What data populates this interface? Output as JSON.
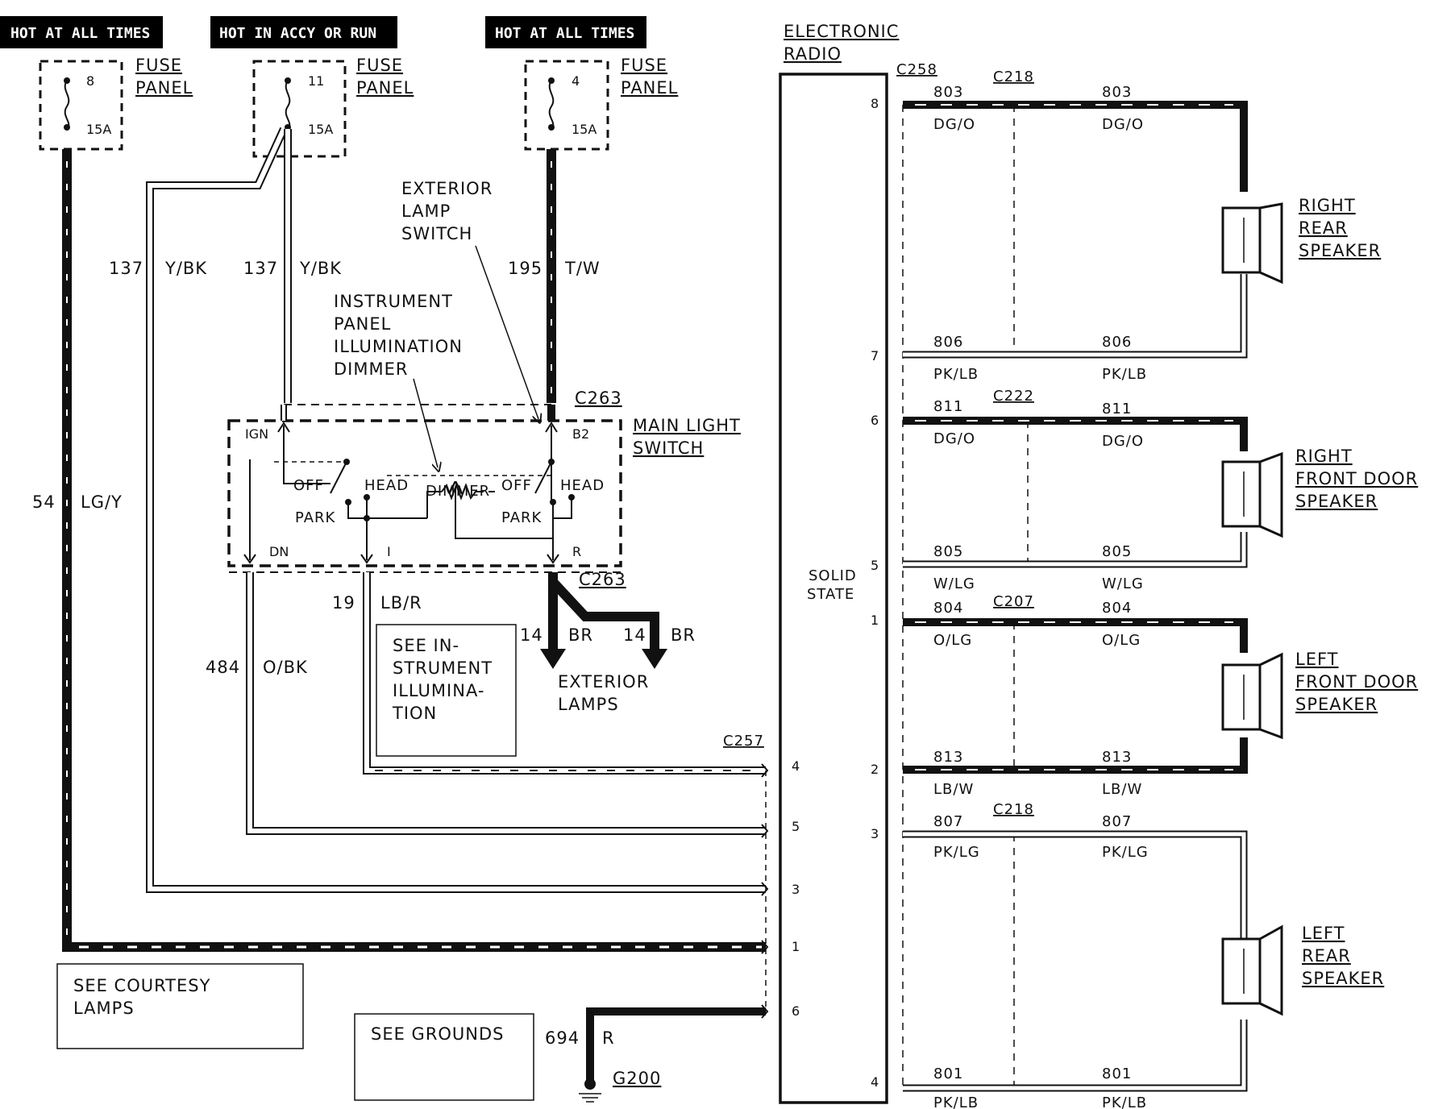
{
  "headers": {
    "left": "HOT AT ALL TIMES",
    "middle": "HOT IN ACCY OR RUN",
    "right": "HOT AT ALL TIMES"
  },
  "fuses": [
    {
      "number": "8",
      "amps": "15A",
      "label1": "FUSE",
      "label2": "PANEL"
    },
    {
      "number": "11",
      "amps": "15A",
      "label1": "FUSE",
      "label2": "PANEL"
    },
    {
      "number": "4",
      "amps": "15A",
      "label1": "FUSE",
      "label2": "PANEL"
    }
  ],
  "wires": {
    "w54": {
      "circuit": "54",
      "color": "LG/Y"
    },
    "w137a": {
      "circuit": "137",
      "color": "Y/BK"
    },
    "w137b": {
      "circuit": "137",
      "color": "Y/BK"
    },
    "w195": {
      "circuit": "195",
      "color": "T/W"
    },
    "w484": {
      "circuit": "484",
      "color": "O/BK"
    },
    "w19": {
      "circuit": "19",
      "color": "LB/R"
    },
    "w14a": {
      "circuit": "14",
      "color": "BR"
    },
    "w14b": {
      "circuit": "14",
      "color": "BR"
    },
    "w694": {
      "circuit": "694",
      "color": "R"
    }
  },
  "switch": {
    "exterior_lamp_switch": [
      "EXTERIOR",
      "LAMP",
      "SWITCH"
    ],
    "dimmer_label": [
      "INSTRUMENT",
      "PANEL",
      "ILLUMINATION",
      "DIMMER"
    ],
    "main_light_switch": [
      "MAIN LIGHT",
      "SWITCH"
    ],
    "connector": "C263",
    "terminals": {
      "ign": "IGN",
      "b2": "B2",
      "dn": "DN",
      "i": "I",
      "r": "R"
    },
    "positions": {
      "off": "OFF",
      "head": "HEAD",
      "park": "PARK",
      "dimmer": "DIMMER"
    }
  },
  "exterior_lamps": [
    "EXTERIOR",
    "LAMPS"
  ],
  "notes": {
    "instrument": [
      "SEE IN-",
      "STRUMENT",
      "ILLUMINA-",
      "TION"
    ],
    "courtesy": [
      "SEE COURTESY",
      "LAMPS"
    ],
    "grounds": "SEE GROUNDS",
    "ground_id": "G200"
  },
  "radio": {
    "title": [
      "ELECTRONIC",
      "RADIO"
    ],
    "solid_state": [
      "SOLID",
      "STATE"
    ],
    "left_pins": [
      "4",
      "5",
      "3",
      "1",
      "6"
    ],
    "right_pins": [
      "8",
      "7",
      "6",
      "5",
      "1",
      "2",
      "3",
      "4"
    ],
    "connector_left": "C257"
  },
  "speaker_circuits": [
    {
      "pin": "8",
      "circuit": "803",
      "color": "DG/O"
    },
    {
      "pin": "7",
      "circuit": "806",
      "color": "PK/LB"
    },
    {
      "pin": "6",
      "circuit": "811",
      "color": "DG/O"
    },
    {
      "pin": "5",
      "circuit": "805",
      "color": "W/LG"
    },
    {
      "pin": "1",
      "circuit": "804",
      "color": "O/LG"
    },
    {
      "pin": "2",
      "circuit": "813",
      "color": "LB/W"
    },
    {
      "pin": "3",
      "circuit": "807",
      "color": "PK/LG"
    },
    {
      "pin": "4",
      "circuit": "801",
      "color": "PK/LB"
    }
  ],
  "connectors": {
    "c258": "C258",
    "c218a": "C218",
    "c222": "C222",
    "c207": "C207",
    "c218b": "C218"
  },
  "speakers": [
    {
      "name": [
        "RIGHT",
        "REAR",
        "SPEAKER"
      ]
    },
    {
      "name": [
        "RIGHT",
        "FRONT DOOR",
        "SPEAKER"
      ]
    },
    {
      "name": [
        "LEFT",
        "FRONT DOOR",
        "SPEAKER"
      ]
    },
    {
      "name": [
        "LEFT",
        "REAR",
        "SPEAKER"
      ]
    }
  ]
}
